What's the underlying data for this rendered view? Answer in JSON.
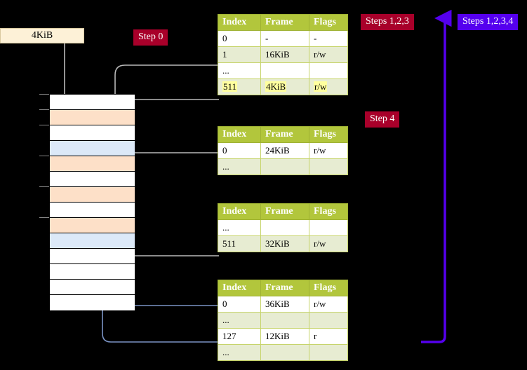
{
  "diagram": {
    "title": "page-table-walk-diagram",
    "colors": {
      "table_header": "#b2c63c",
      "table_alt_row": "#e7ecd2",
      "highlight": "#ffff9e",
      "badge_red": "#a8002a",
      "badge_violet": "#5500ee",
      "mem_orange": "#fde0c8",
      "mem_blue": "#dce9f8",
      "mem_block": "#fdf1d7",
      "wire_gray": "#b9b9b9",
      "wire_blue": "#7a93c4"
    }
  },
  "labels": {
    "mem_block": "4KiB",
    "step0": "Step 0",
    "step4": "Step 4",
    "steps123": "Steps 1,2,3",
    "steps1234": "Steps 1,2,3,4"
  },
  "tables": [
    {
      "id": "level0",
      "columns": [
        "Index",
        "Frame",
        "Flags"
      ],
      "rows": [
        {
          "index": "0",
          "frame": "-",
          "flags": "-",
          "style": "plain",
          "highlight": false
        },
        {
          "index": "1",
          "frame": "16KiB",
          "flags": "r/w",
          "style": "alt",
          "highlight": false
        },
        {
          "index": "...",
          "frame": "",
          "flags": "",
          "style": "plain",
          "highlight": false
        },
        {
          "index": "511",
          "frame": "4KiB",
          "flags": "r/w",
          "style": "alt",
          "highlight": true
        }
      ]
    },
    {
      "id": "level1",
      "columns": [
        "Index",
        "Frame",
        "Flags"
      ],
      "rows": [
        {
          "index": "0",
          "frame": "24KiB",
          "flags": "r/w",
          "style": "plain",
          "highlight": false
        },
        {
          "index": "...",
          "frame": "",
          "flags": "",
          "style": "alt",
          "highlight": false
        }
      ]
    },
    {
      "id": "level2",
      "columns": [
        "Index",
        "Frame",
        "Flags"
      ],
      "rows": [
        {
          "index": "...",
          "frame": "",
          "flags": "",
          "style": "plain",
          "highlight": false
        },
        {
          "index": "511",
          "frame": "32KiB",
          "flags": "r/w",
          "style": "alt",
          "highlight": false
        }
      ]
    },
    {
      "id": "level3",
      "columns": [
        "Index",
        "Frame",
        "Flags"
      ],
      "rows": [
        {
          "index": "0",
          "frame": "36KiB",
          "flags": "r/w",
          "style": "plain",
          "highlight": false
        },
        {
          "index": "...",
          "frame": "",
          "flags": "",
          "style": "alt",
          "highlight": false
        },
        {
          "index": "127",
          "frame": "12KiB",
          "flags": "r",
          "style": "plain",
          "highlight": false
        },
        {
          "index": "...",
          "frame": "",
          "flags": "",
          "style": "alt",
          "highlight": false
        }
      ]
    }
  ],
  "memory_column": {
    "rows": [
      {
        "i": 0,
        "fill": "white"
      },
      {
        "i": 1,
        "fill": "orange"
      },
      {
        "i": 2,
        "fill": "white"
      },
      {
        "i": 3,
        "fill": "blue"
      },
      {
        "i": 4,
        "fill": "orange"
      },
      {
        "i": 5,
        "fill": "white"
      },
      {
        "i": 6,
        "fill": "orange"
      },
      {
        "i": 7,
        "fill": "white"
      },
      {
        "i": 8,
        "fill": "orange"
      },
      {
        "i": 9,
        "fill": "blue"
      },
      {
        "i": 10,
        "fill": "white"
      },
      {
        "i": 11,
        "fill": "white"
      },
      {
        "i": 12,
        "fill": "white"
      },
      {
        "i": 13,
        "fill": "white"
      }
    ]
  }
}
